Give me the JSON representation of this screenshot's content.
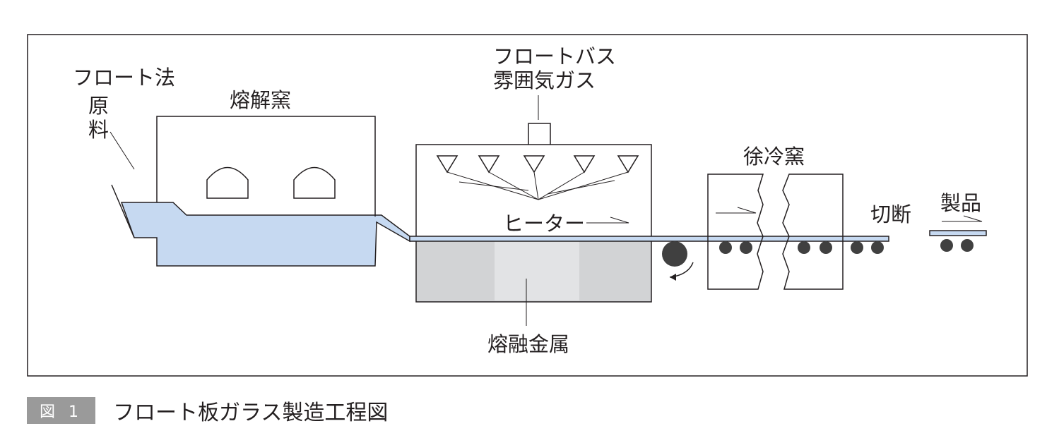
{
  "diagram": {
    "labels": {
      "method": "フロート法",
      "raw_material_line1": "原",
      "raw_material_line2": "料",
      "melting_furnace": "熔解窯",
      "float_bath_line1": "フロートバス",
      "float_bath_line2": "雰囲気ガス",
      "heater": "ヒーター",
      "annealing_lehr": "徐冷窯",
      "cutting": "切断",
      "product": "製品",
      "molten_metal": "熔融金属"
    },
    "colors": {
      "glass": "#c6d9f1",
      "molten_metal": "#d2d3d5",
      "line": "#231f20",
      "roller": "#404040"
    }
  },
  "caption": {
    "badge": "図 1",
    "title": "フロート板ガラス製造工程図"
  }
}
